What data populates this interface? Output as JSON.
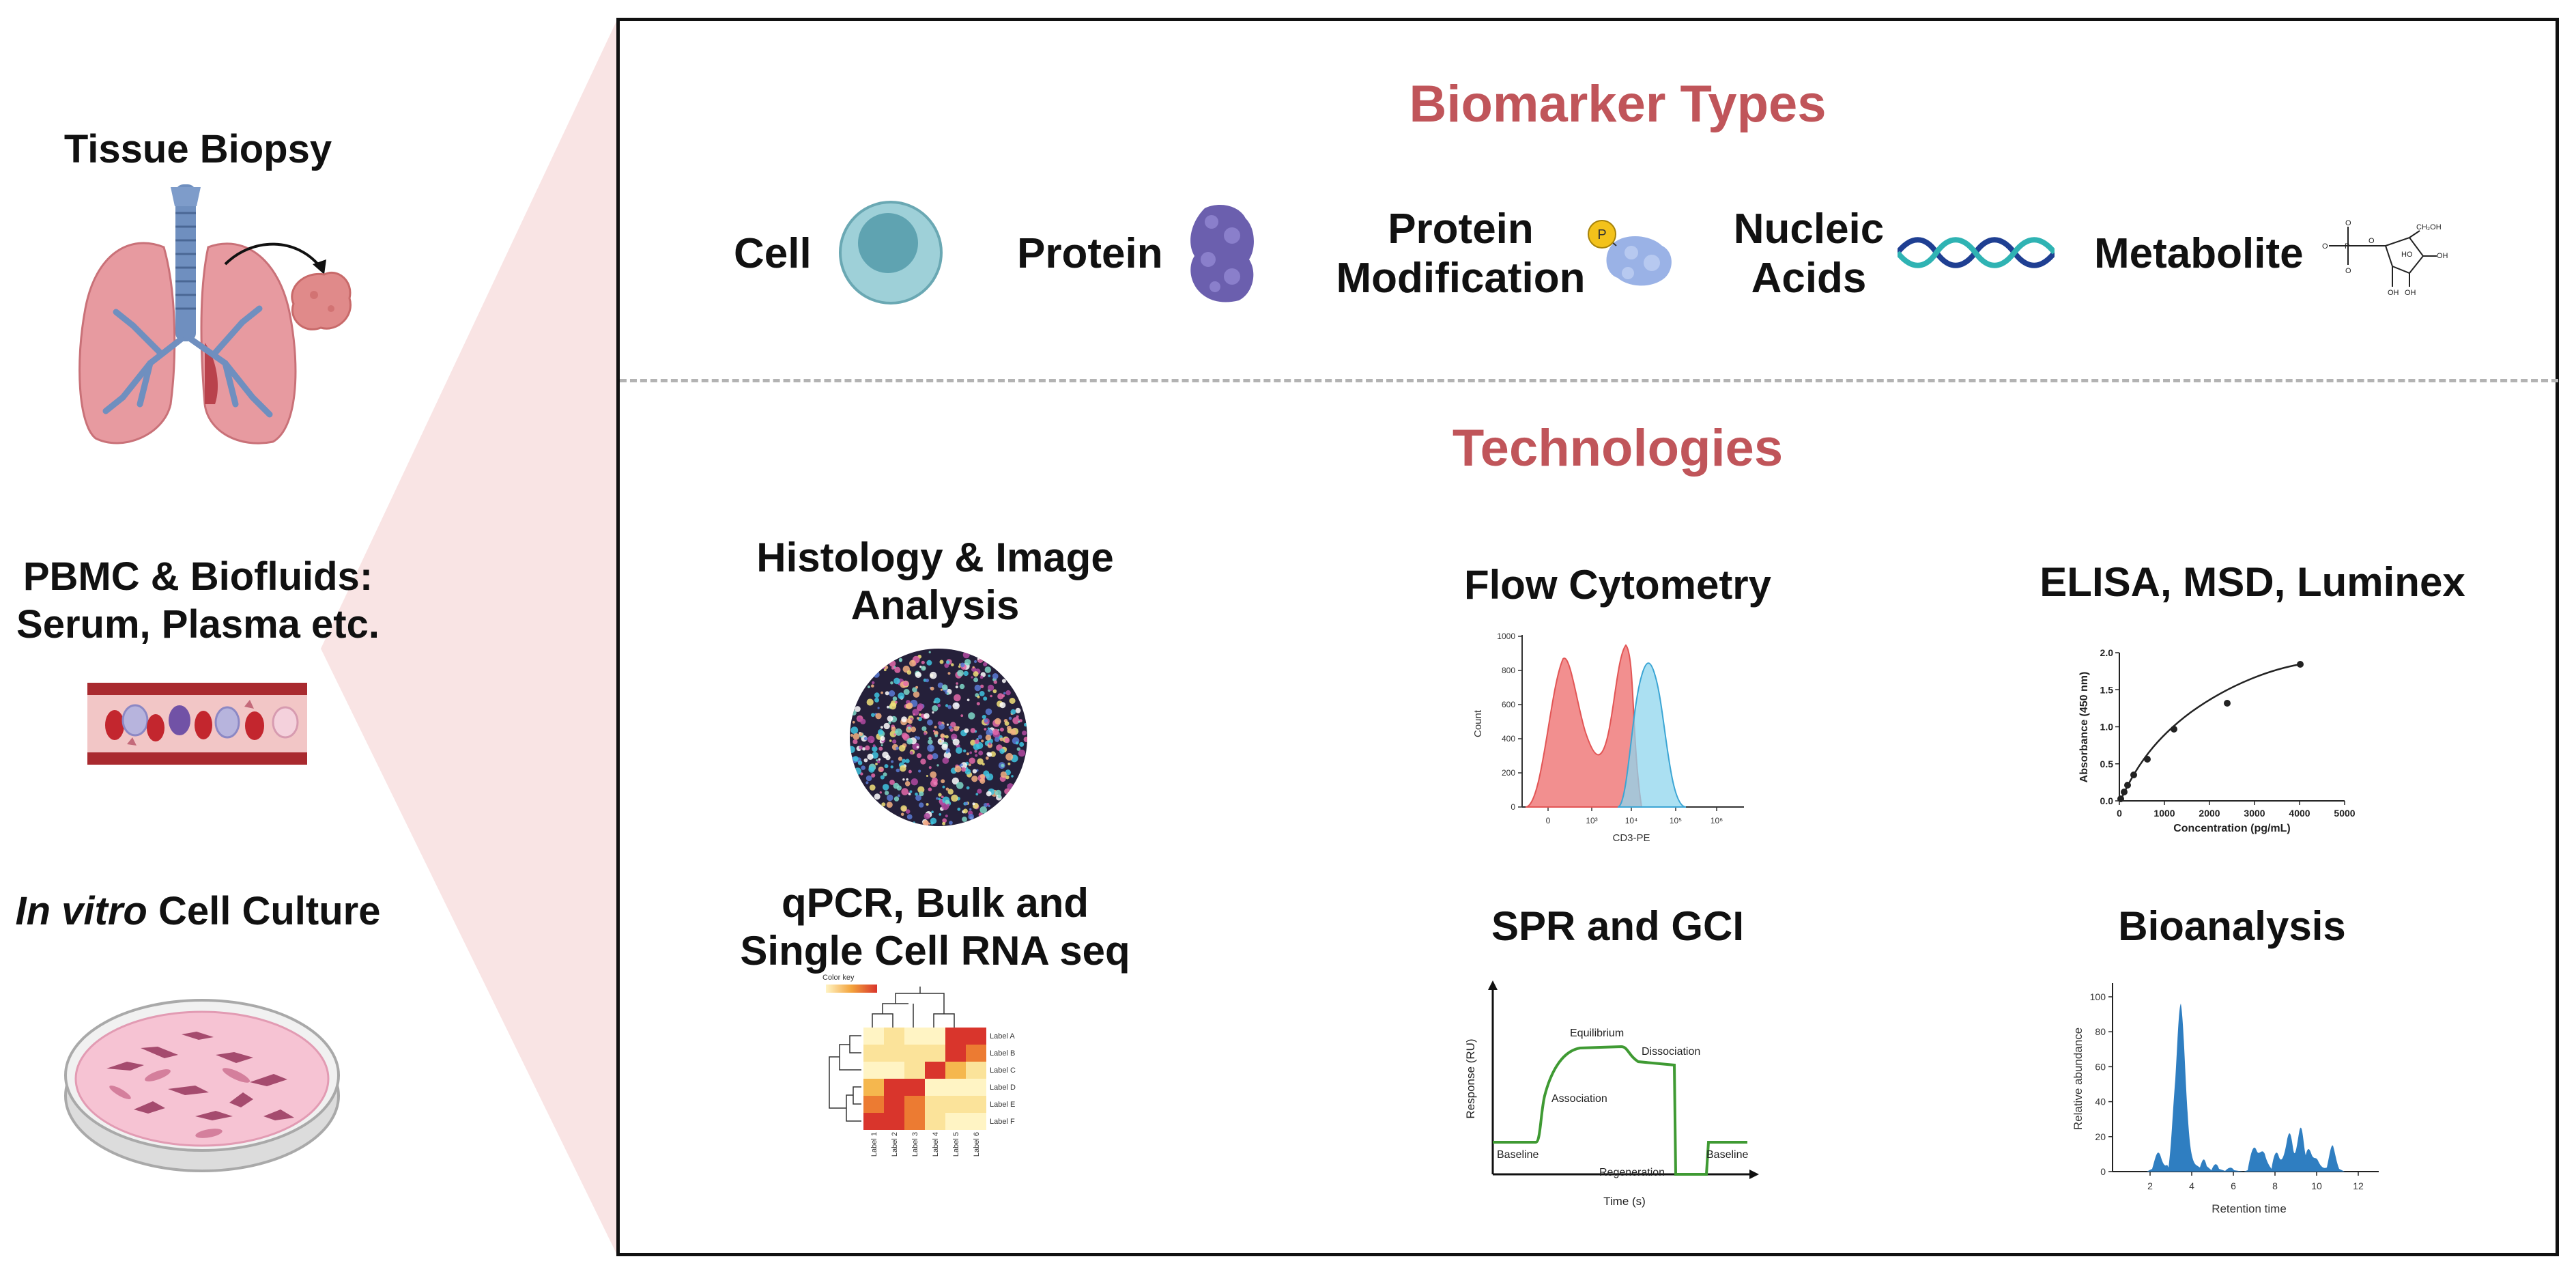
{
  "sources": {
    "tissue": {
      "label": "Tissue Biopsy"
    },
    "pbmc": {
      "line1": "PBMC & Biofluids:",
      "line2": "Serum,  Plasma etc."
    },
    "culture": {
      "italic": "In vitro",
      "rest": " Cell Culture"
    }
  },
  "biomarkers": {
    "title": "Biomarker Types",
    "cell": "Cell",
    "protein": "Protein",
    "protein_mod_1": "Protein",
    "protein_mod_2": "Modification",
    "phospho_tag": "P",
    "nucleic_1": "Nucleic",
    "nucleic_2": "Acids",
    "metabolite": "Metabolite"
  },
  "technologies": {
    "title": "Technologies",
    "histology_1": "Histology & Image",
    "histology_2": "Analysis",
    "flow": "Flow Cytometry",
    "elisa": "ELISA, MSD, Luminex",
    "qpcr_1": "qPCR, Bulk and",
    "qpcr_2": "Single Cell RNA seq",
    "spr": "SPR and GCI",
    "bioanalysis": "Bioanalysis"
  },
  "flow_chart": {
    "ylabel": "Count",
    "xlabel": "CD3-PE",
    "yticks": [
      "0",
      "200",
      "400",
      "600",
      "800",
      "1000"
    ],
    "xticks": [
      "0",
      "10³",
      "10⁴",
      "10⁵",
      "10⁶"
    ]
  },
  "elisa_chart": {
    "ylabel": "Absorbance (450 nm)",
    "xlabel": "Concentration (pg/mL)",
    "yticks": [
      "0.0",
      "0.5",
      "1.0",
      "1.5",
      "2.0"
    ],
    "xticks": [
      "0",
      "1000",
      "2000",
      "3000",
      "4000",
      "5000"
    ]
  },
  "heatmap": {
    "color_key": "Color key",
    "row_labels": [
      "Label A",
      "Label B",
      "Label C",
      "Label D",
      "Label E",
      "Label F"
    ],
    "col_labels": [
      "Label 1",
      "Label 2",
      "Label 3",
      "Label 4",
      "Label 5",
      "Label 6"
    ]
  },
  "spr_chart": {
    "ylabel": "Response (RU)",
    "xlabel": "Time (s)",
    "equilibrium": "Equilibrium",
    "dissociation": "Dissociation",
    "association": "Association",
    "baseline_left": "Baseline",
    "regeneration": "Regeneration",
    "baseline_right": "Baseline"
  },
  "bio_chart": {
    "ylabel": "Relative abundance",
    "xlabel": "Retention time",
    "yticks": [
      "0",
      "20",
      "40",
      "60",
      "80",
      "100"
    ],
    "xticks": [
      "2",
      "4",
      "6",
      "8",
      "10",
      "12"
    ]
  },
  "colors": {
    "title_red": "#c0555a",
    "panel_border": "#111111",
    "funnel_pink": "#f9e4e4",
    "flow_red": "#f07b7b",
    "flow_blue": "#8fd6ee",
    "spr_green": "#3f9a33",
    "bio_blue": "#2f7ec1"
  }
}
